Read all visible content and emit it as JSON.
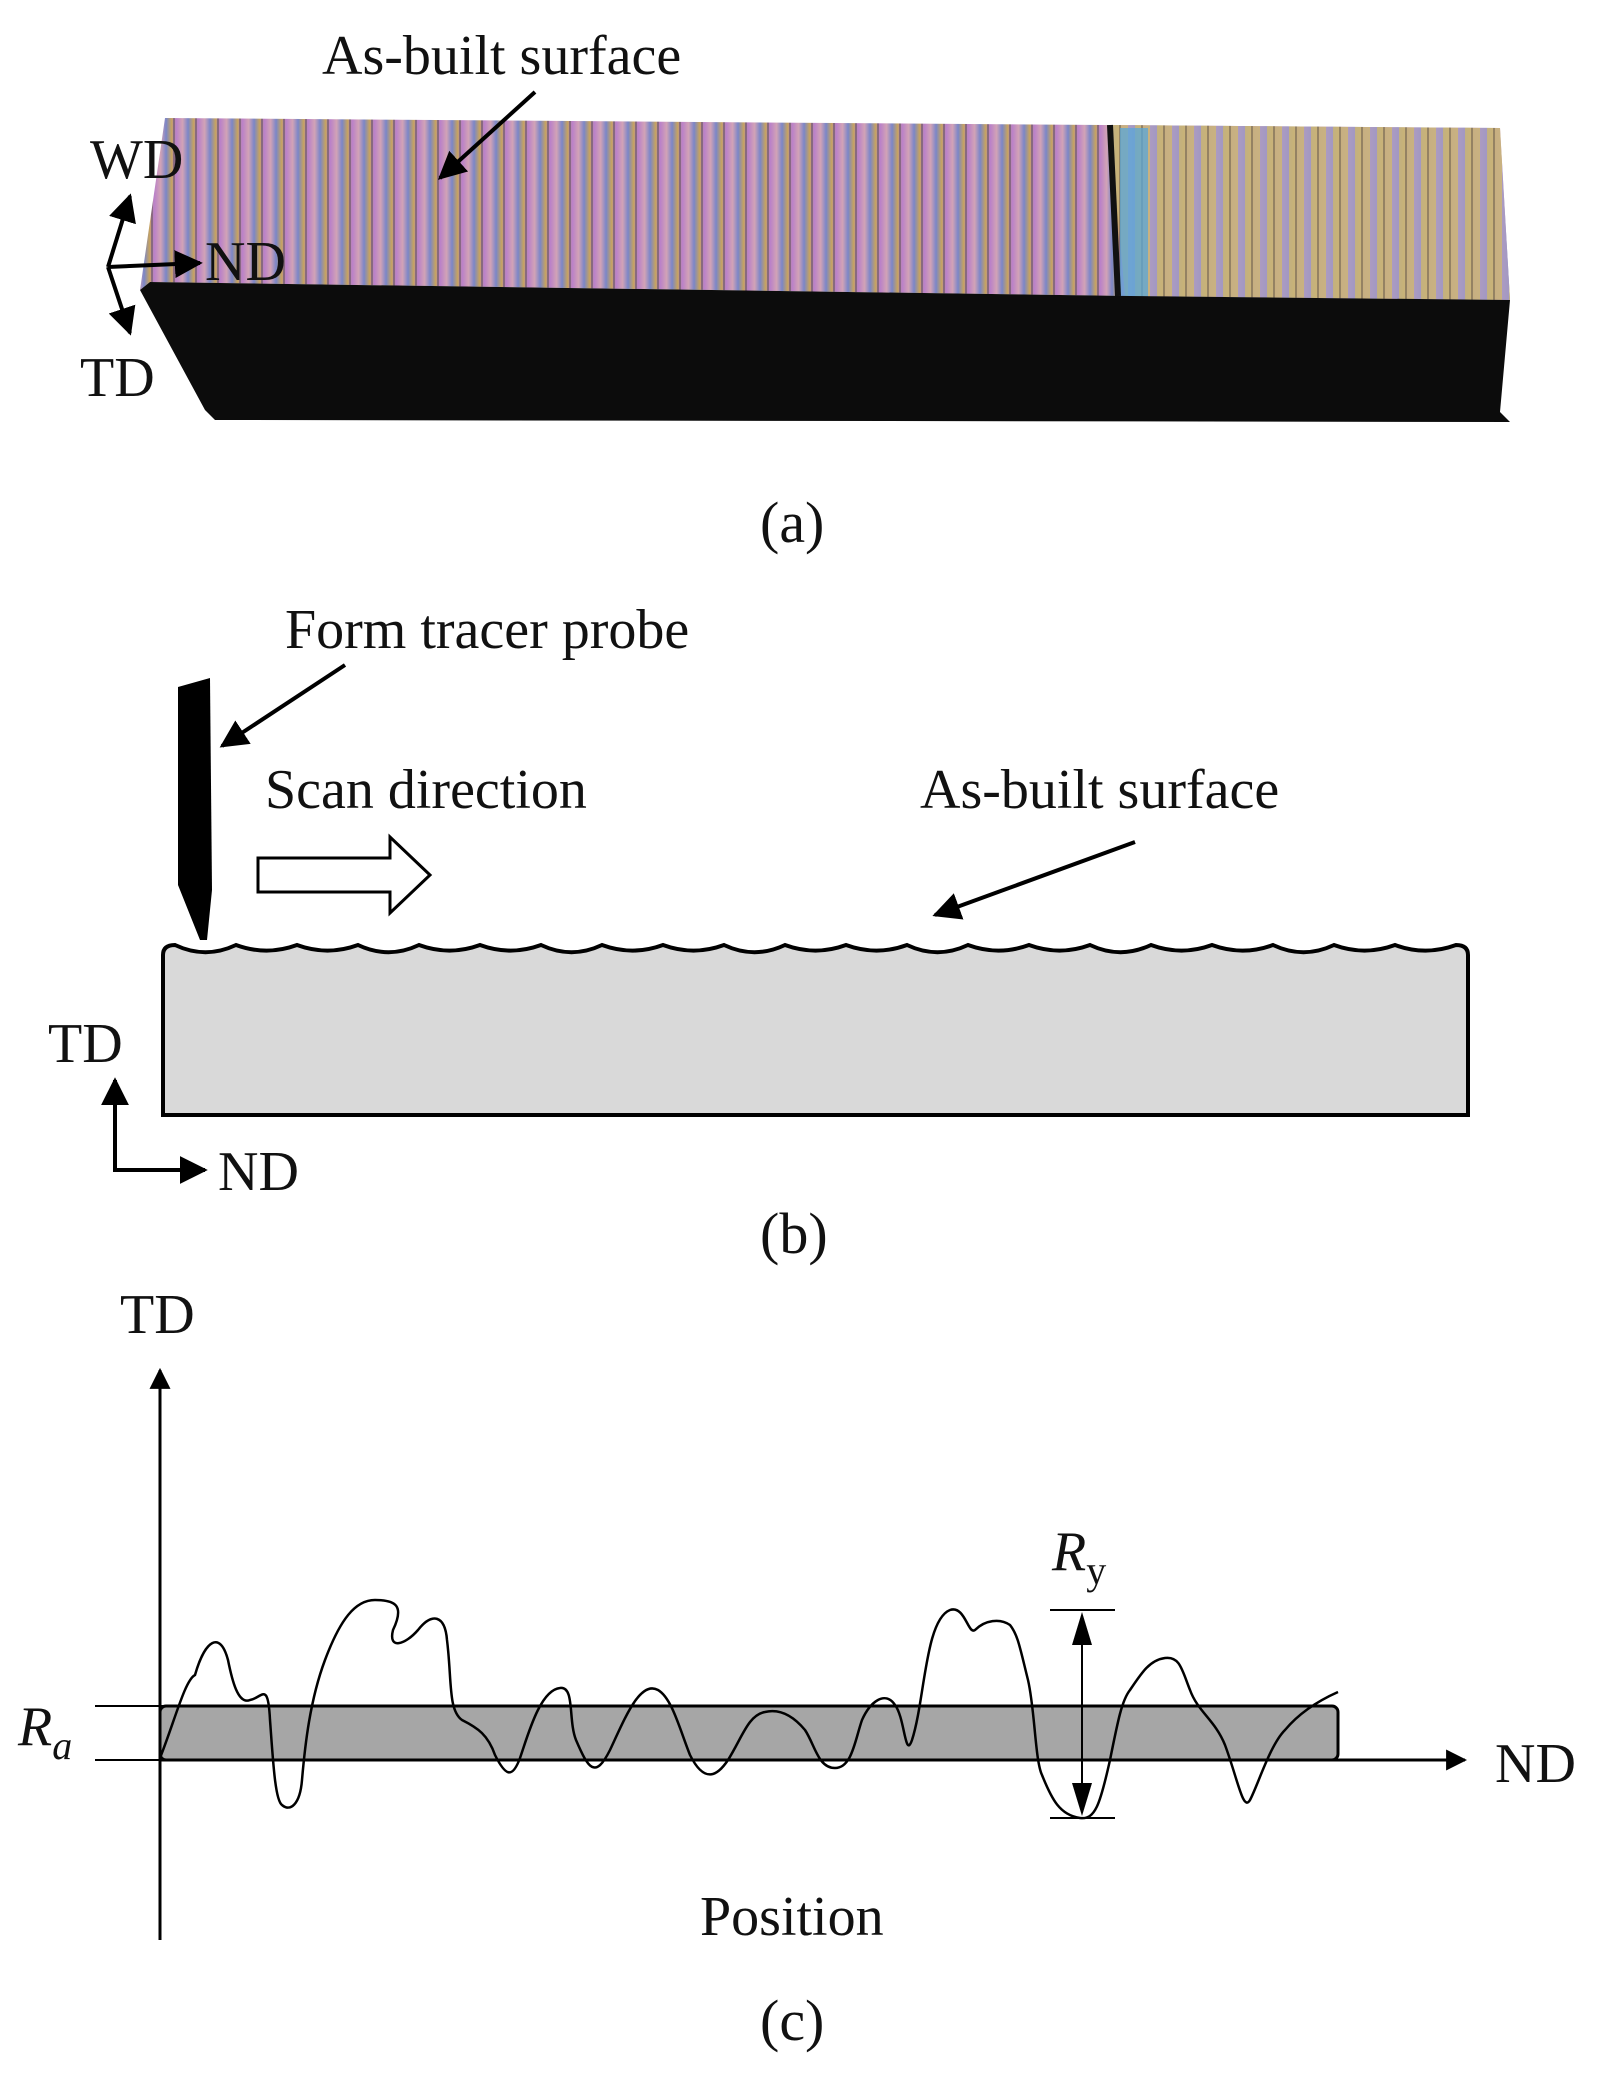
{
  "panel_a": {
    "surface_label": "As-built surface",
    "axis_wd": "WD",
    "axis_nd": "ND",
    "axis_td": "TD",
    "caption": "(a)"
  },
  "panel_b": {
    "probe_label": "Form tracer probe",
    "scan_label": "Scan direction",
    "surface_label": "As-built surface",
    "axis_td": "TD",
    "axis_nd": "ND",
    "caption": "(b)"
  },
  "panel_c": {
    "axis_td": "TD",
    "axis_nd": "ND",
    "ra_symbol": "R",
    "ra_subscript": "a",
    "ry_symbol": "R",
    "ry_subscript": "y",
    "xlabel": "Position",
    "caption": "(c)"
  },
  "colors": {
    "block_fill": "#d9d9d9",
    "ra_band_fill": "#a6a6a6",
    "sample_side": "#0c0c0c"
  }
}
